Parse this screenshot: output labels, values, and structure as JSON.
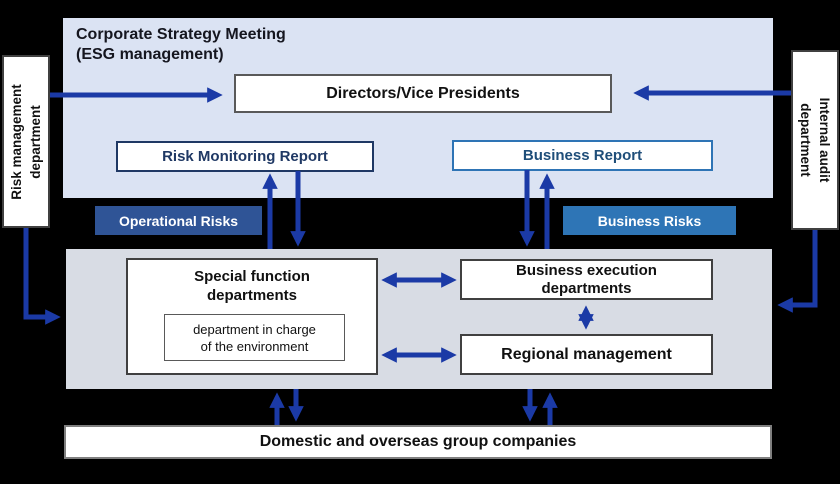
{
  "colors": {
    "background": "#000000",
    "top_panel_fill": "#dbe3f3",
    "execution_panel_fill": "#d8dce4",
    "arrow_blue": "#1b3aa6",
    "operational_badge_fill": "#2f5496",
    "business_badge_fill": "#2e75b6",
    "risk_report_accent": "#1f3864",
    "business_report_accent": "#2e74b5"
  },
  "top_panel": {
    "title_line1": "Corporate Strategy Meeting",
    "title_line2": "(ESG management)",
    "directors_box": "Directors/Vice Presidents",
    "risk_monitoring_report": "Risk Monitoring Report",
    "business_report": "Business Report"
  },
  "badges": {
    "operational": "Operational Risks",
    "business": "Business Risks"
  },
  "side_panels": {
    "left": "Risk management department",
    "right": "Internal audit department"
  },
  "execution_panel": {
    "special_function": "Special function departments",
    "environment_dept": "department in charge of the environment",
    "business_execution": "Business execution departments",
    "regional_management": "Regional management"
  },
  "bottom": {
    "group_companies": "Domestic and overseas group companies"
  }
}
